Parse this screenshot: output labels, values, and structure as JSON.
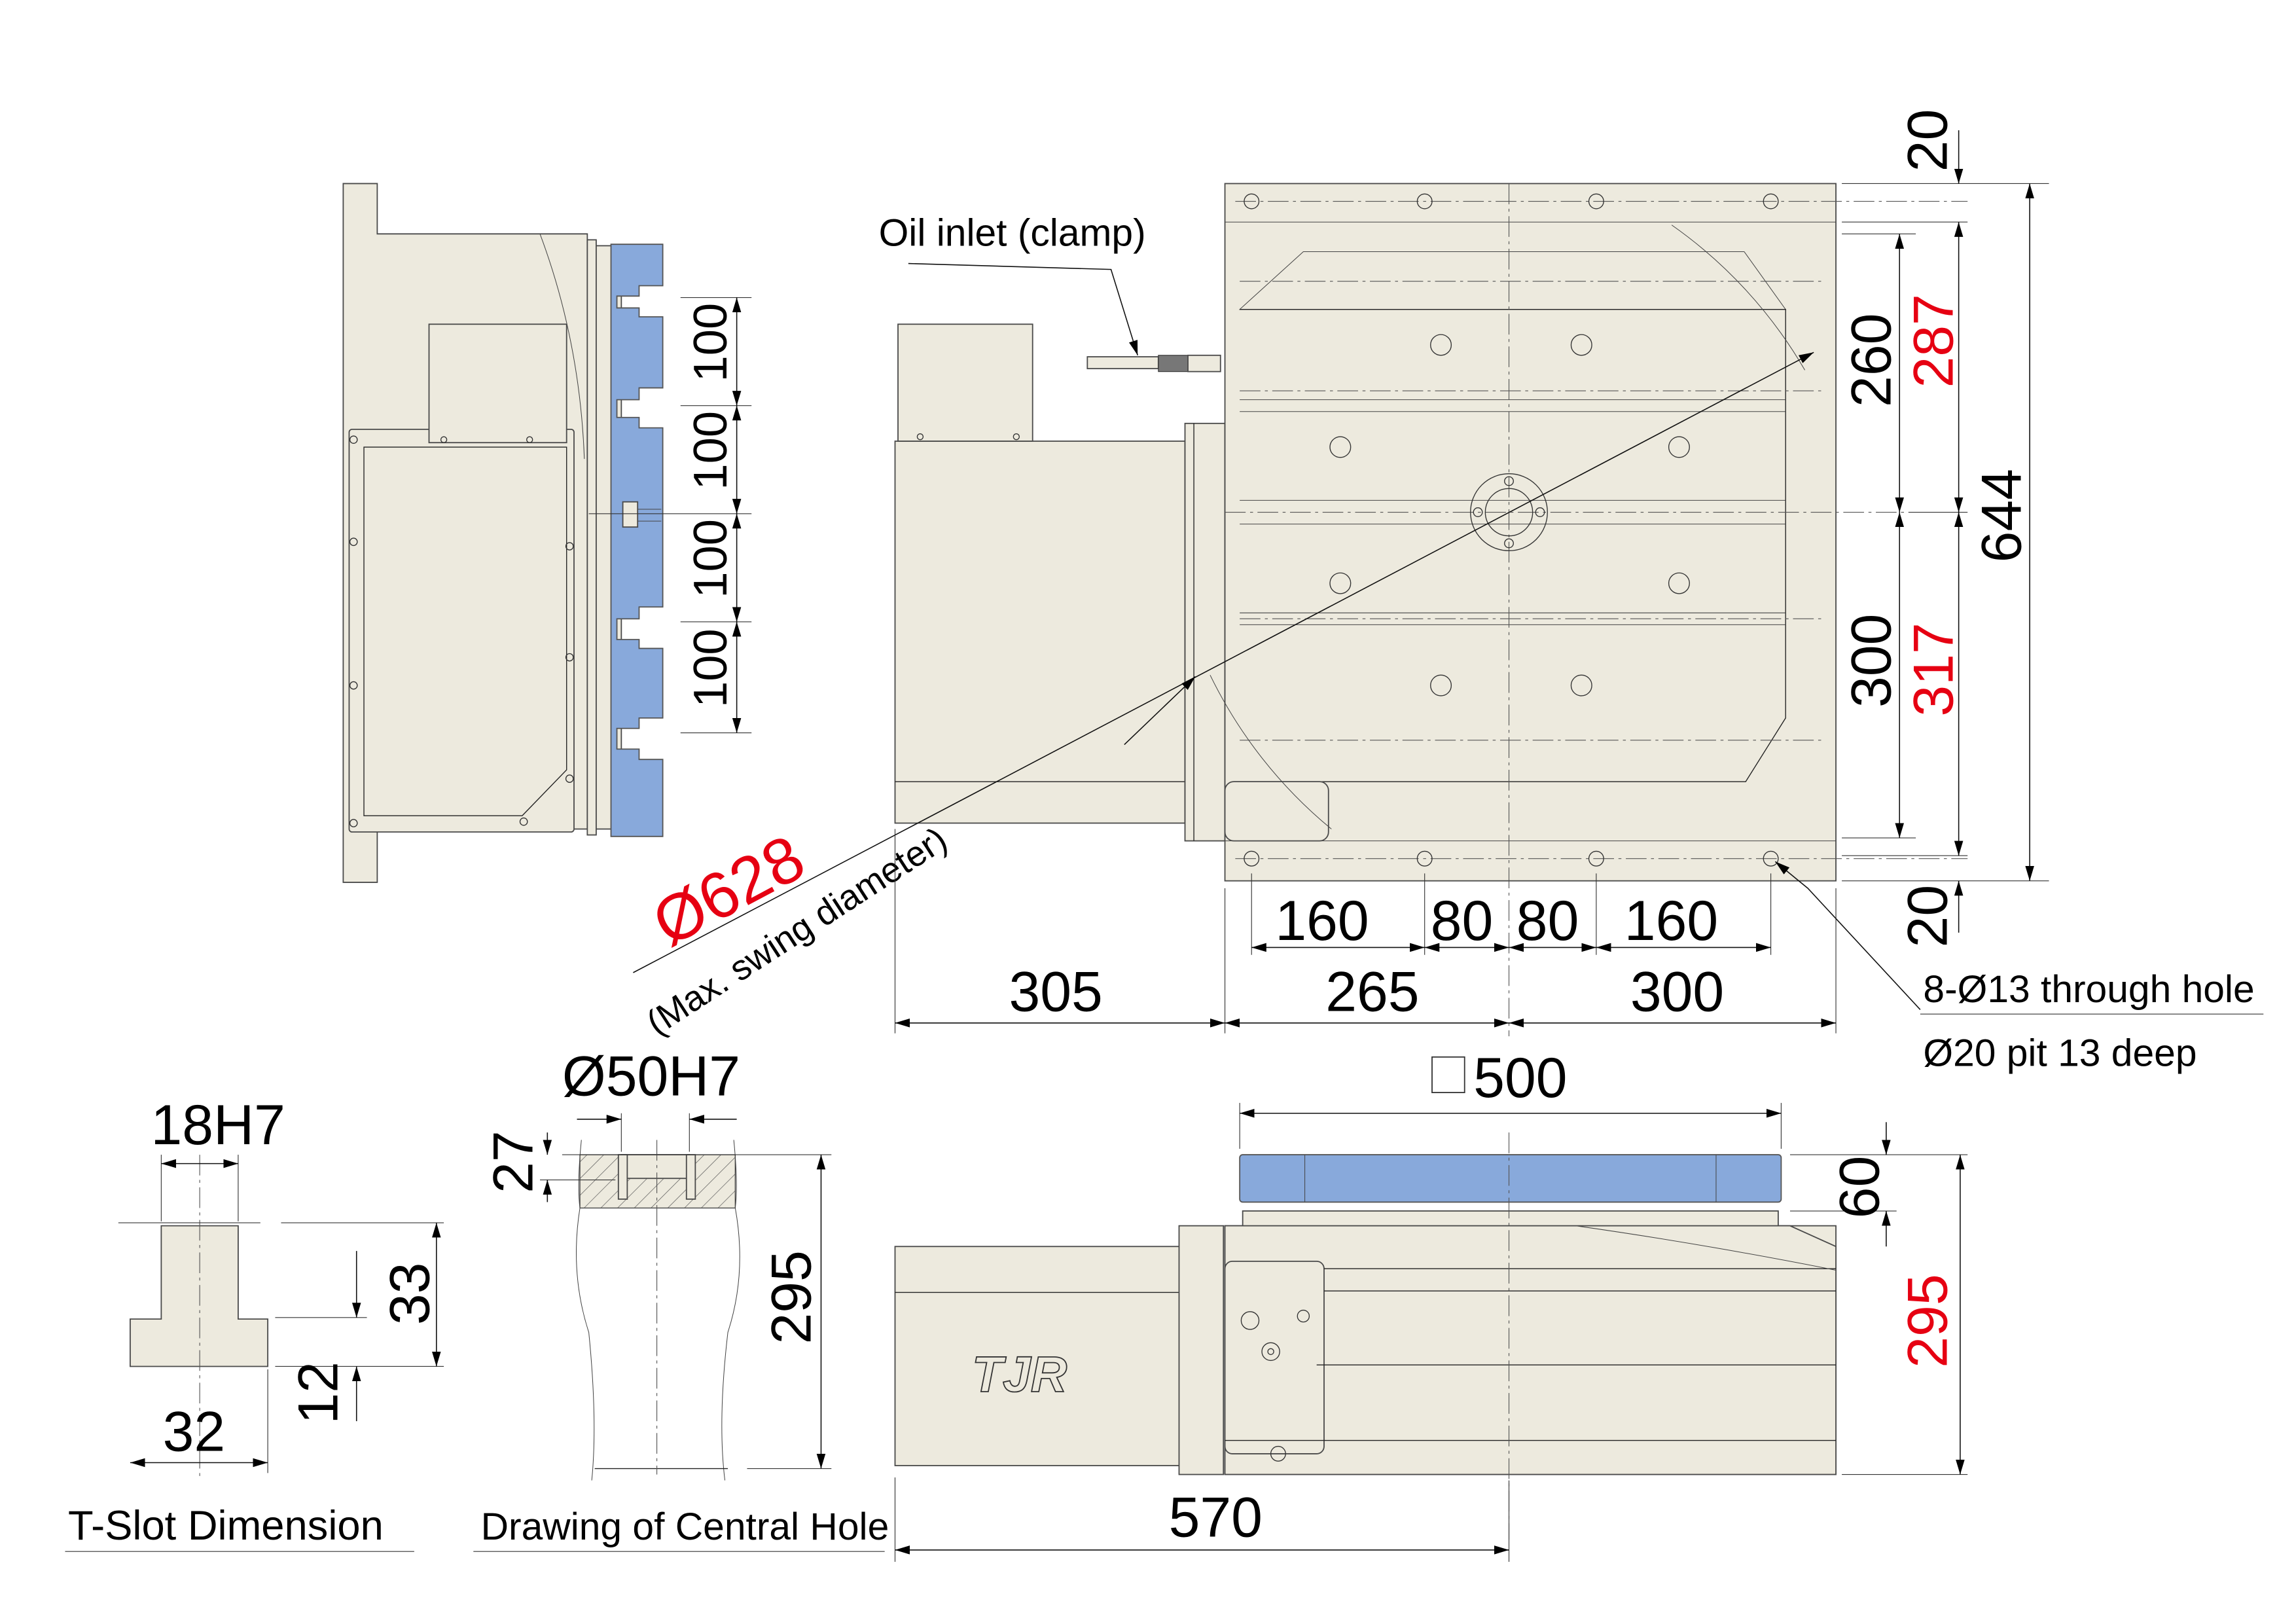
{
  "colors": {
    "body": "#EDEADE",
    "table_blue": "#88A9DB",
    "highlight_red": "#E60012",
    "line": "#222222"
  },
  "side_view": {
    "tslot_pitches": [
      "100",
      "100",
      "100",
      "100"
    ]
  },
  "plan_view": {
    "oil_inlet_label": "Oil inlet (clamp)",
    "swing_diameter": "Ø628",
    "swing_note": "(Max. swing diameter)",
    "right_dims": {
      "top_margin": "20",
      "upper_inner": "260",
      "upper_outer": "287",
      "lower_inner": "300",
      "lower_outer": "317",
      "overall": "644",
      "bottom_margin": "20"
    },
    "bottom_dims": {
      "hole_spacing": [
        "160",
        "80",
        "80",
        "160"
      ],
      "overall": [
        "305",
        "265",
        "300"
      ]
    },
    "hole_note_line1": "8-Ø13 through hole",
    "hole_note_line2": "Ø20 pit 13 deep"
  },
  "tslot_detail": {
    "title": "T-Slot Dimension",
    "width_top": "18H7",
    "width_bottom": "32",
    "depth_total": "33",
    "head_height": "12"
  },
  "central_hole_detail": {
    "title": "Drawing of Central Hole",
    "bore": "Ø50H7",
    "bore_depth": "27",
    "height": "295"
  },
  "front_view": {
    "table_size_symbol": "□",
    "table_size": "500",
    "table_thickness": "60",
    "center_height": "295",
    "motor_offset": "570",
    "logo": "TJR"
  }
}
